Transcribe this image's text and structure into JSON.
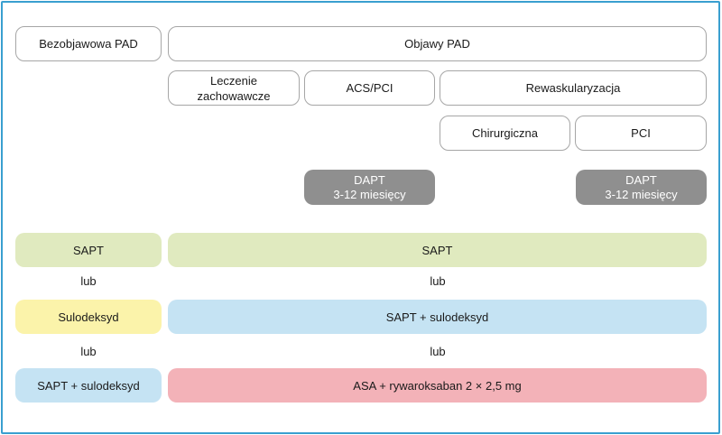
{
  "header": {
    "asymptomatic": "Bezobjawowa PAD",
    "symptomatic": "Objawy PAD"
  },
  "branches": {
    "conservative": [
      "Leczenie",
      "zachowawcze"
    ],
    "acs_pci": "ACS/PCI",
    "revascularization": "Rewaskularyzacja",
    "surgical": "Chirurgiczna",
    "pci": "PCI"
  },
  "dapt": {
    "left": [
      "DAPT",
      "3-12 miesięcy"
    ],
    "right": [
      "DAPT",
      "3-12 miesięcy"
    ]
  },
  "rows": {
    "sapt_left": "SAPT",
    "sapt_right": "SAPT",
    "lub1_left": "lub",
    "lub1_right": "lub",
    "sulodeksyd_left": "Sulodeksyd",
    "sapt_sulodeksyd_right": "SAPT + sulodeksyd",
    "lub2_left": "lub",
    "lub2_right": "lub",
    "sapt_sulodeksyd_left": "SAPT + sulodeksyd",
    "asa_rivaroxaban_right": "ASA + rywaroksaban 2 × 2,5 mg"
  },
  "colors": {
    "frame": "#3a9fd0",
    "green": "#e0eabf",
    "yellow": "#fbf3aa",
    "blue": "#c5e3f3",
    "red": "#f3b2b8",
    "grey": "#8f8f8f"
  }
}
